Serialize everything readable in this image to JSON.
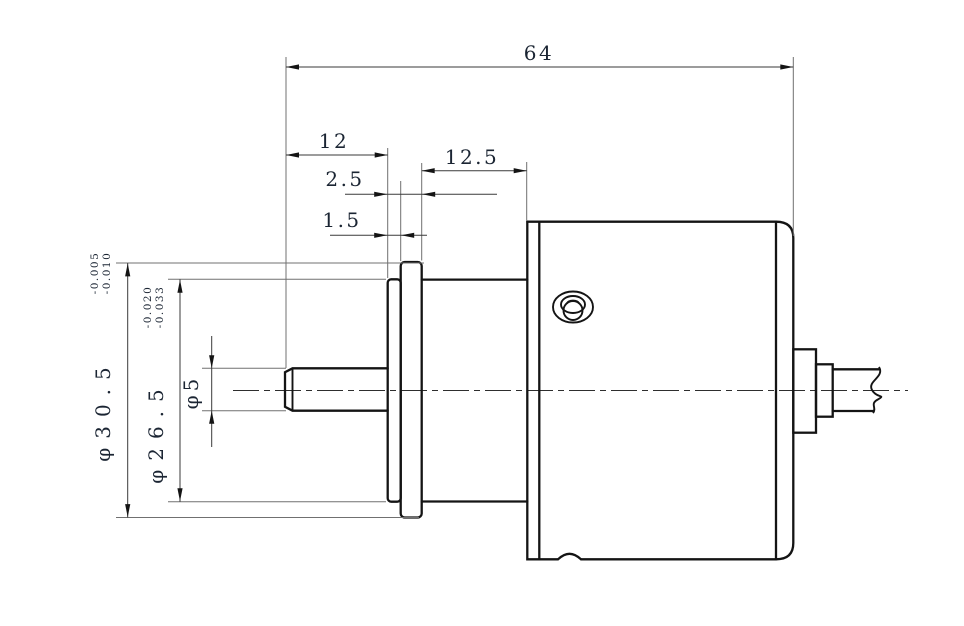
{
  "drawing": {
    "kind": "engineering dimension drawing",
    "view": "rotary encoder side view",
    "units": "mm",
    "colors": {
      "background": "#ffffff",
      "object_line": "#141414",
      "thin_line": "#707070",
      "text": "#1b2533"
    },
    "dims": {
      "overall_length": "64",
      "shaft_length": "12",
      "rear_section_length": "12.5",
      "flange_stack_thickness": "2.5",
      "pilot_thickness": "1.5",
      "flange_dia": "φ30.5",
      "flange_dia_tol_upper": "-0.005",
      "flange_dia_tol_lower": "-0.010",
      "pilot_dia": "φ26.5",
      "pilot_dia_tol_upper": "-0.020",
      "pilot_dia_tol_lower": "-0.033",
      "shaft_dia": "φ5"
    }
  }
}
